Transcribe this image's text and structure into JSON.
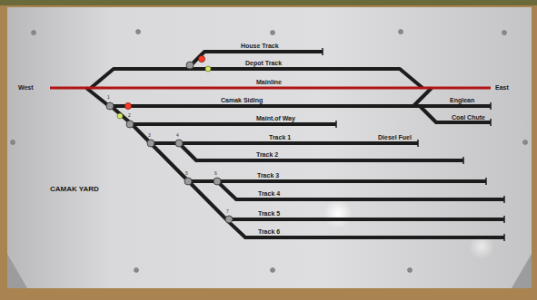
{
  "diagram": {
    "labels": [
      "House Track",
      "Depot Track",
      "West",
      "Mainline",
      "East",
      "Camak Siding",
      "Englean",
      "1",
      "Coal Chute",
      "2",
      "Maint.of Way",
      "3",
      "4",
      "Track 1",
      "Diesel Fuel",
      "Track 2",
      "5",
      "6",
      "Track 3",
      "CAMAK YARD",
      "Track 4",
      "7",
      "Track 5",
      "Track 6"
    ]
  }
}
